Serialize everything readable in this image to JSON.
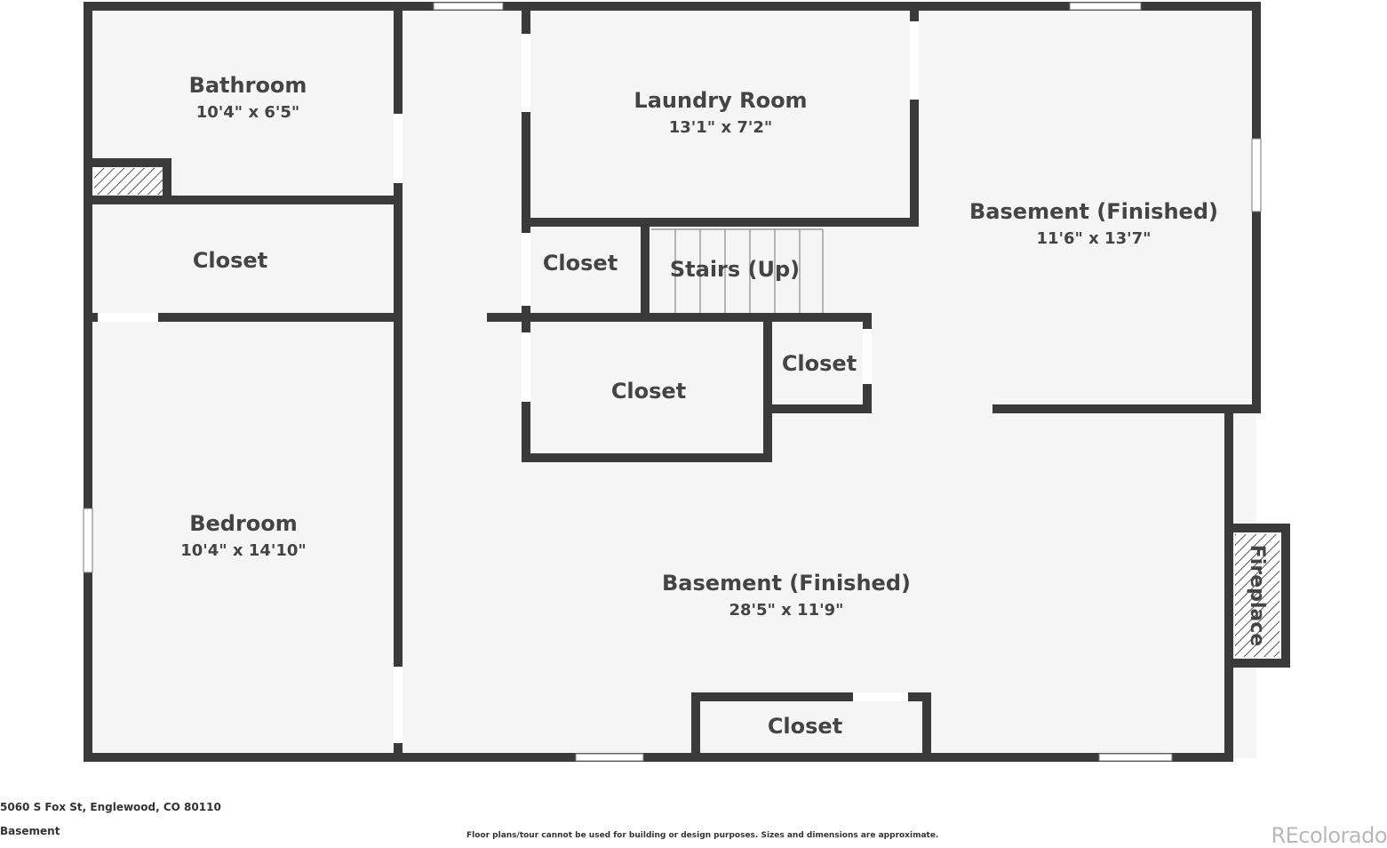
{
  "rooms": {
    "bathroom": {
      "name": "Bathroom",
      "dims": "10'4\" x 6'5\""
    },
    "closet_left": {
      "name": "Closet"
    },
    "bedroom": {
      "name": "Bedroom",
      "dims": "10'4\" x 14'10\""
    },
    "laundry": {
      "name": "Laundry Room",
      "dims": "13'1\" x 7'2\""
    },
    "closet_stair": {
      "name": "Closet"
    },
    "stairs": {
      "name": "Stairs (Up)"
    },
    "closet_mid": {
      "name": "Closet"
    },
    "closet_small": {
      "name": "Closet"
    },
    "basement_right": {
      "name": "Basement (Finished)",
      "dims": "11'6\" x 13'7\""
    },
    "basement_main": {
      "name": "Basement (Finished)",
      "dims": "28'5\" x 11'9\""
    },
    "closet_bottom": {
      "name": "Closet"
    },
    "fireplace": {
      "name": "Fireplace"
    }
  },
  "footer": {
    "address": "5060 S Fox St, Englewood, CO 80110",
    "floor": "Basement",
    "disclaimer": "Floor plans/tour cannot be used for building or design purposes. Sizes and dimensions are approximate.",
    "brand": "REcolorado"
  },
  "colors": {
    "wall": "#3a3a3a",
    "floor": "#f5f5f5",
    "text": "#444444",
    "window": "#ffffff"
  }
}
